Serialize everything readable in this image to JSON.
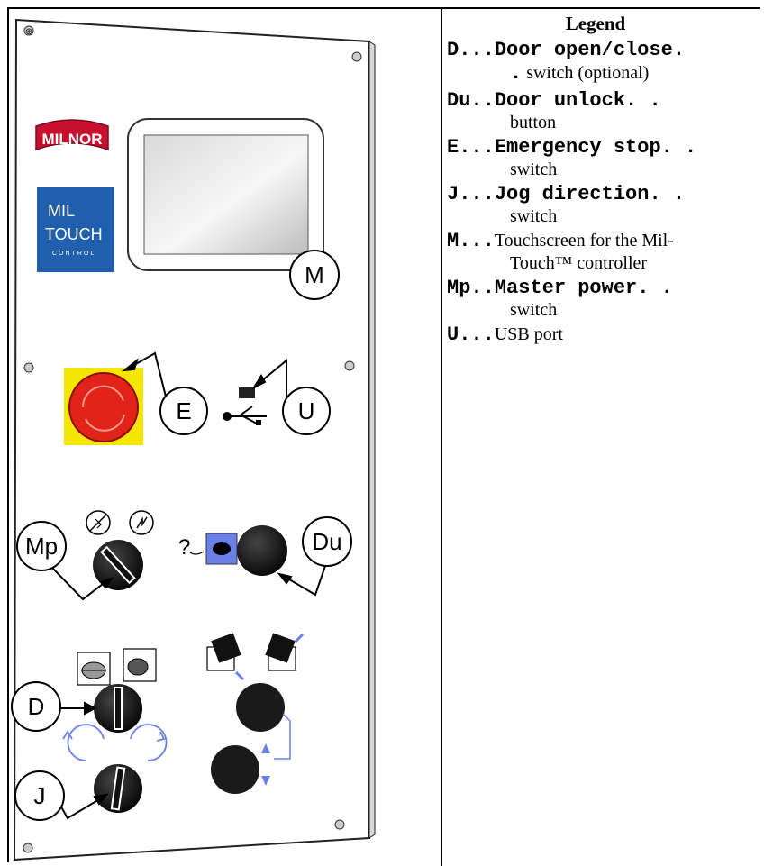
{
  "legend": {
    "title": "Legend",
    "entries": [
      {
        "code": "D...",
        "term": "Door open/close.",
        "cont": ".",
        "desc": "switch (optional)"
      },
      {
        "code": "Du..",
        "term": "Door unlock. .",
        "desc": "button"
      },
      {
        "code": "E...",
        "term": "Emergency stop. .",
        "desc": "switch"
      },
      {
        "code": "J...",
        "term": "Jog direction. .",
        "desc": "switch"
      },
      {
        "code": "M...",
        "desc1": "Touchscreen for the Mil-",
        "desc": "Touch™ controller"
      },
      {
        "code": "Mp..",
        "term": "Master power. .",
        "desc": "switch"
      },
      {
        "code": "U...",
        "desc1": "USB port"
      }
    ]
  },
  "panel": {
    "brand_logo": "MILNOR",
    "miltouch_logo_line1": "MIL",
    "miltouch_logo_line2": "TOUCH",
    "miltouch_logo_line3": "CONTROL",
    "callouts": {
      "M": "M",
      "E": "E",
      "U": "U",
      "Mp": "Mp",
      "Du": "Du",
      "D": "D",
      "J": "J"
    },
    "unlock_symbol": "?"
  },
  "colors": {
    "estop_red": "#e2231a",
    "estop_yellow": "#f5e600",
    "arrow_blue": "#6b7fe8",
    "logo_red": "#c8102e",
    "logo_blue": "#1f5fae"
  }
}
